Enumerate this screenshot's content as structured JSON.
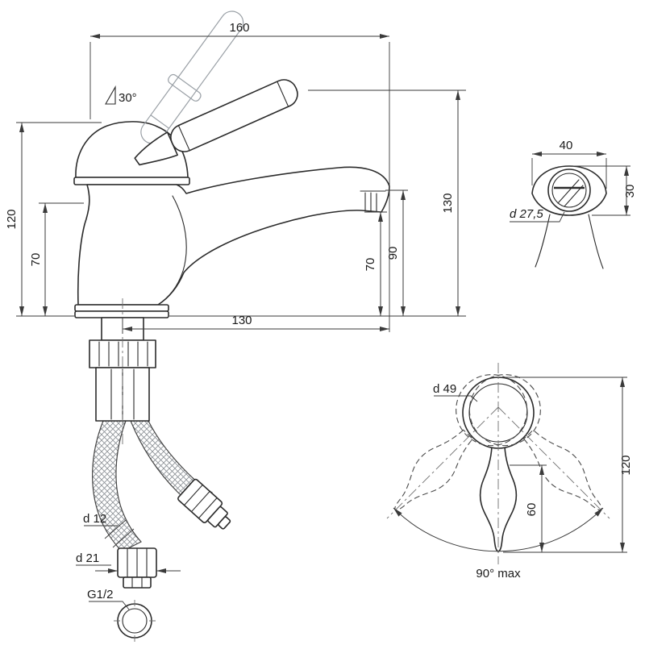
{
  "side_view": {
    "dim_handle_length": "160",
    "dim_handle_angle": "30°",
    "dim_height_body": "120",
    "dim_height_shoulder": "70",
    "dim_height_total": "130",
    "dim_height_spout": "90",
    "dim_height_outlet": "70",
    "dim_spout_reach": "130",
    "label_hose_diameter": "d 12",
    "label_nut_diameter": "d 21",
    "label_thread_size": "G1/2"
  },
  "spout_section_view": {
    "dim_width": "40",
    "dim_height": "30",
    "label_aerator_diameter": "d 27,5"
  },
  "handle_view": {
    "label_knob_diameter": "d 49",
    "dim_handle_length": "120",
    "dim_grip_length": "60",
    "label_max_rotation": "90° max"
  },
  "colors": {
    "line": "#2b2b2b",
    "ghost_line": "#9aa0a6",
    "dimension_line": "#3a3a3a",
    "background": "#ffffff"
  }
}
